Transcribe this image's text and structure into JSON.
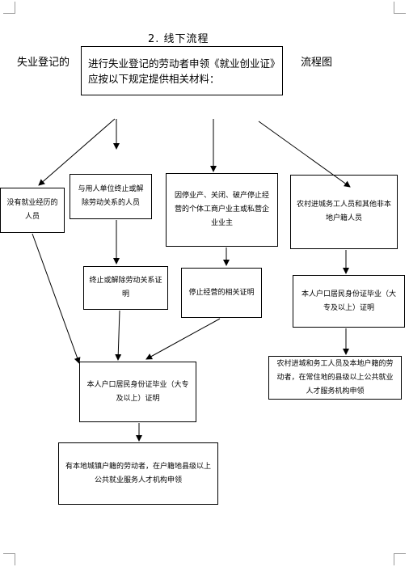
{
  "title": "2. 线下流程",
  "side_left": "失业登记的",
  "side_right": "流程图",
  "main_box": "进行失业登记的劳动者申领《就业创业证》应按以下规定提供相关材料：",
  "boxes": {
    "no_experience": "没有就业经历的人员",
    "terminated": "与用人单位终止或解除劳动关系的人员",
    "business_stopped": "因停业产、关闭、破产停止经营的个体工商户业主或私营企业业主",
    "rural_migrants": "农村进城务工人员和其他非本地户籍人员",
    "termination_cert": "终止或解除劳动关系证明",
    "stop_business_cert": "停止经营的相关证明",
    "id_right": "本人户口居民身份证毕业（大专及以上）证明",
    "rural_apply": "农村进城和务工人员及本地户籍的劳动者，在常住地的县级以上公共就业人才服务机构申领",
    "id_center": "本人户口居民身份证毕业（大专及以上）证明",
    "local_apply": "有本地城镇户籍的劳动者，在户籍地县级以上公共就业服务人才机构申领"
  }
}
